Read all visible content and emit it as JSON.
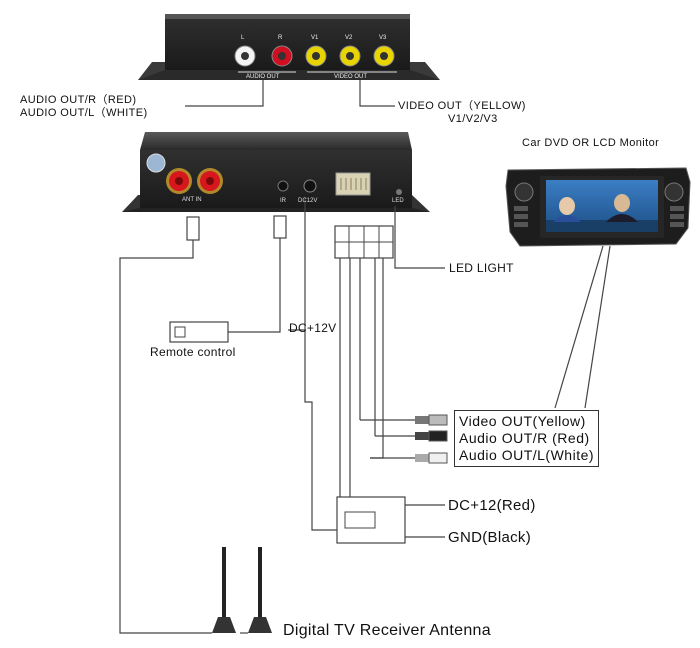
{
  "top_device": {
    "audio_jacks": [
      {
        "label": "L",
        "color": "#f4f4f4"
      },
      {
        "label": "R",
        "color": "#d01020"
      }
    ],
    "video_jacks": [
      {
        "label": "V1",
        "color": "#e8d400"
      },
      {
        "label": "V2",
        "color": "#e8d400"
      },
      {
        "label": "V3",
        "color": "#e8d400"
      }
    ],
    "audio_group_label": "AUDIO OUT",
    "video_group_label": "VIDEO OUT"
  },
  "labels": {
    "audio_out_r": "AUDIO OUT/R（RED)",
    "audio_out_l": "AUDIO OUT/L（WHITE)",
    "video_out_top": "VIDEO OUT（YELLOW)",
    "video_out_channels": "V1/V2/V3",
    "monitor_title": "Car DVD OR LCD Monitor",
    "led_light": "LED LIGHT",
    "dc12v": "DC+12V",
    "remote_control": "Remote control",
    "dc12_red": "DC+12(Red)",
    "gnd_black": "GND(Black)",
    "antenna": "Digital TV Receiver Antenna"
  },
  "main_device": {
    "ant_in_label": "ANT IN",
    "ir_label": "IR",
    "dc12v_port_label": "DC12V",
    "led_port_label": "LED"
  },
  "outputs_box": [
    "Video OUT(Yellow)",
    "Audio OUT/R (Red)",
    "Audio OUT/L(White)"
  ],
  "colors": {
    "device_body": "#2b2b2b",
    "wire": "#444444",
    "rca_yellow": "#e8d400",
    "rca_red": "#d01020",
    "rca_white": "#f4f4f4",
    "screen_blue": "#2a6fb3"
  }
}
